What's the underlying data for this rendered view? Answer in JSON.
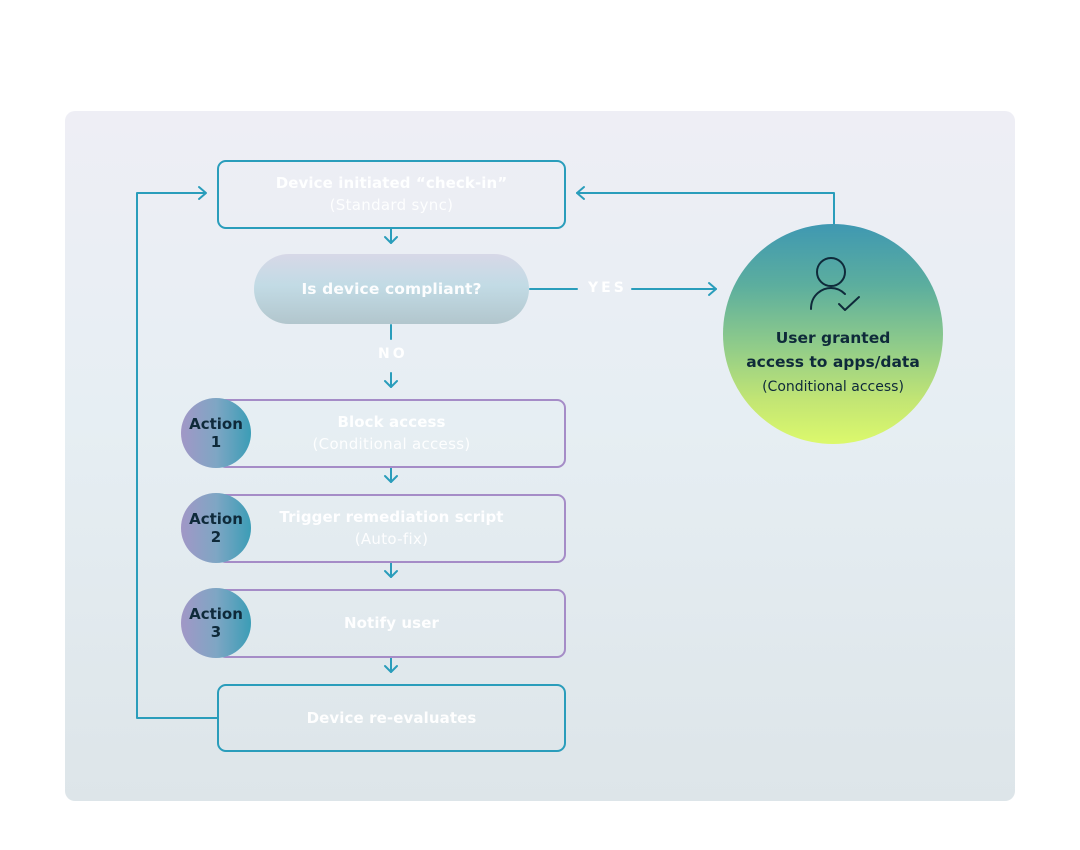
{
  "diagram": {
    "nodes": {
      "check_in": {
        "title": "Device initiated “check-in”",
        "subtitle": "(Standard sync)"
      },
      "decision": {
        "title": "Is device compliant?"
      },
      "granted": {
        "icon": "user-check-icon",
        "title_line1": "User granted",
        "title_line2": "access to apps/data",
        "subtitle": "(Conditional access)"
      },
      "actions": [
        {
          "badge_word": "Action",
          "badge_number": "1",
          "title": "Block access",
          "subtitle": "(Conditional access)"
        },
        {
          "badge_word": "Action",
          "badge_number": "2",
          "title": "Trigger remediation script",
          "subtitle": "(Auto-fix)"
        },
        {
          "badge_word": "Action",
          "badge_number": "3",
          "title": "Notify user",
          "subtitle": ""
        }
      ],
      "reevaluate": {
        "title": "Device re-evaluates"
      }
    },
    "edges": {
      "yes_label": "YES",
      "no_label": "NO"
    },
    "colors": {
      "connector": "#2a9dbb",
      "action_border": "#a58cc7",
      "text_dark": "#0f2a3a",
      "circle_top": "#3f98b2",
      "circle_bottom": "#dcf96c"
    }
  }
}
